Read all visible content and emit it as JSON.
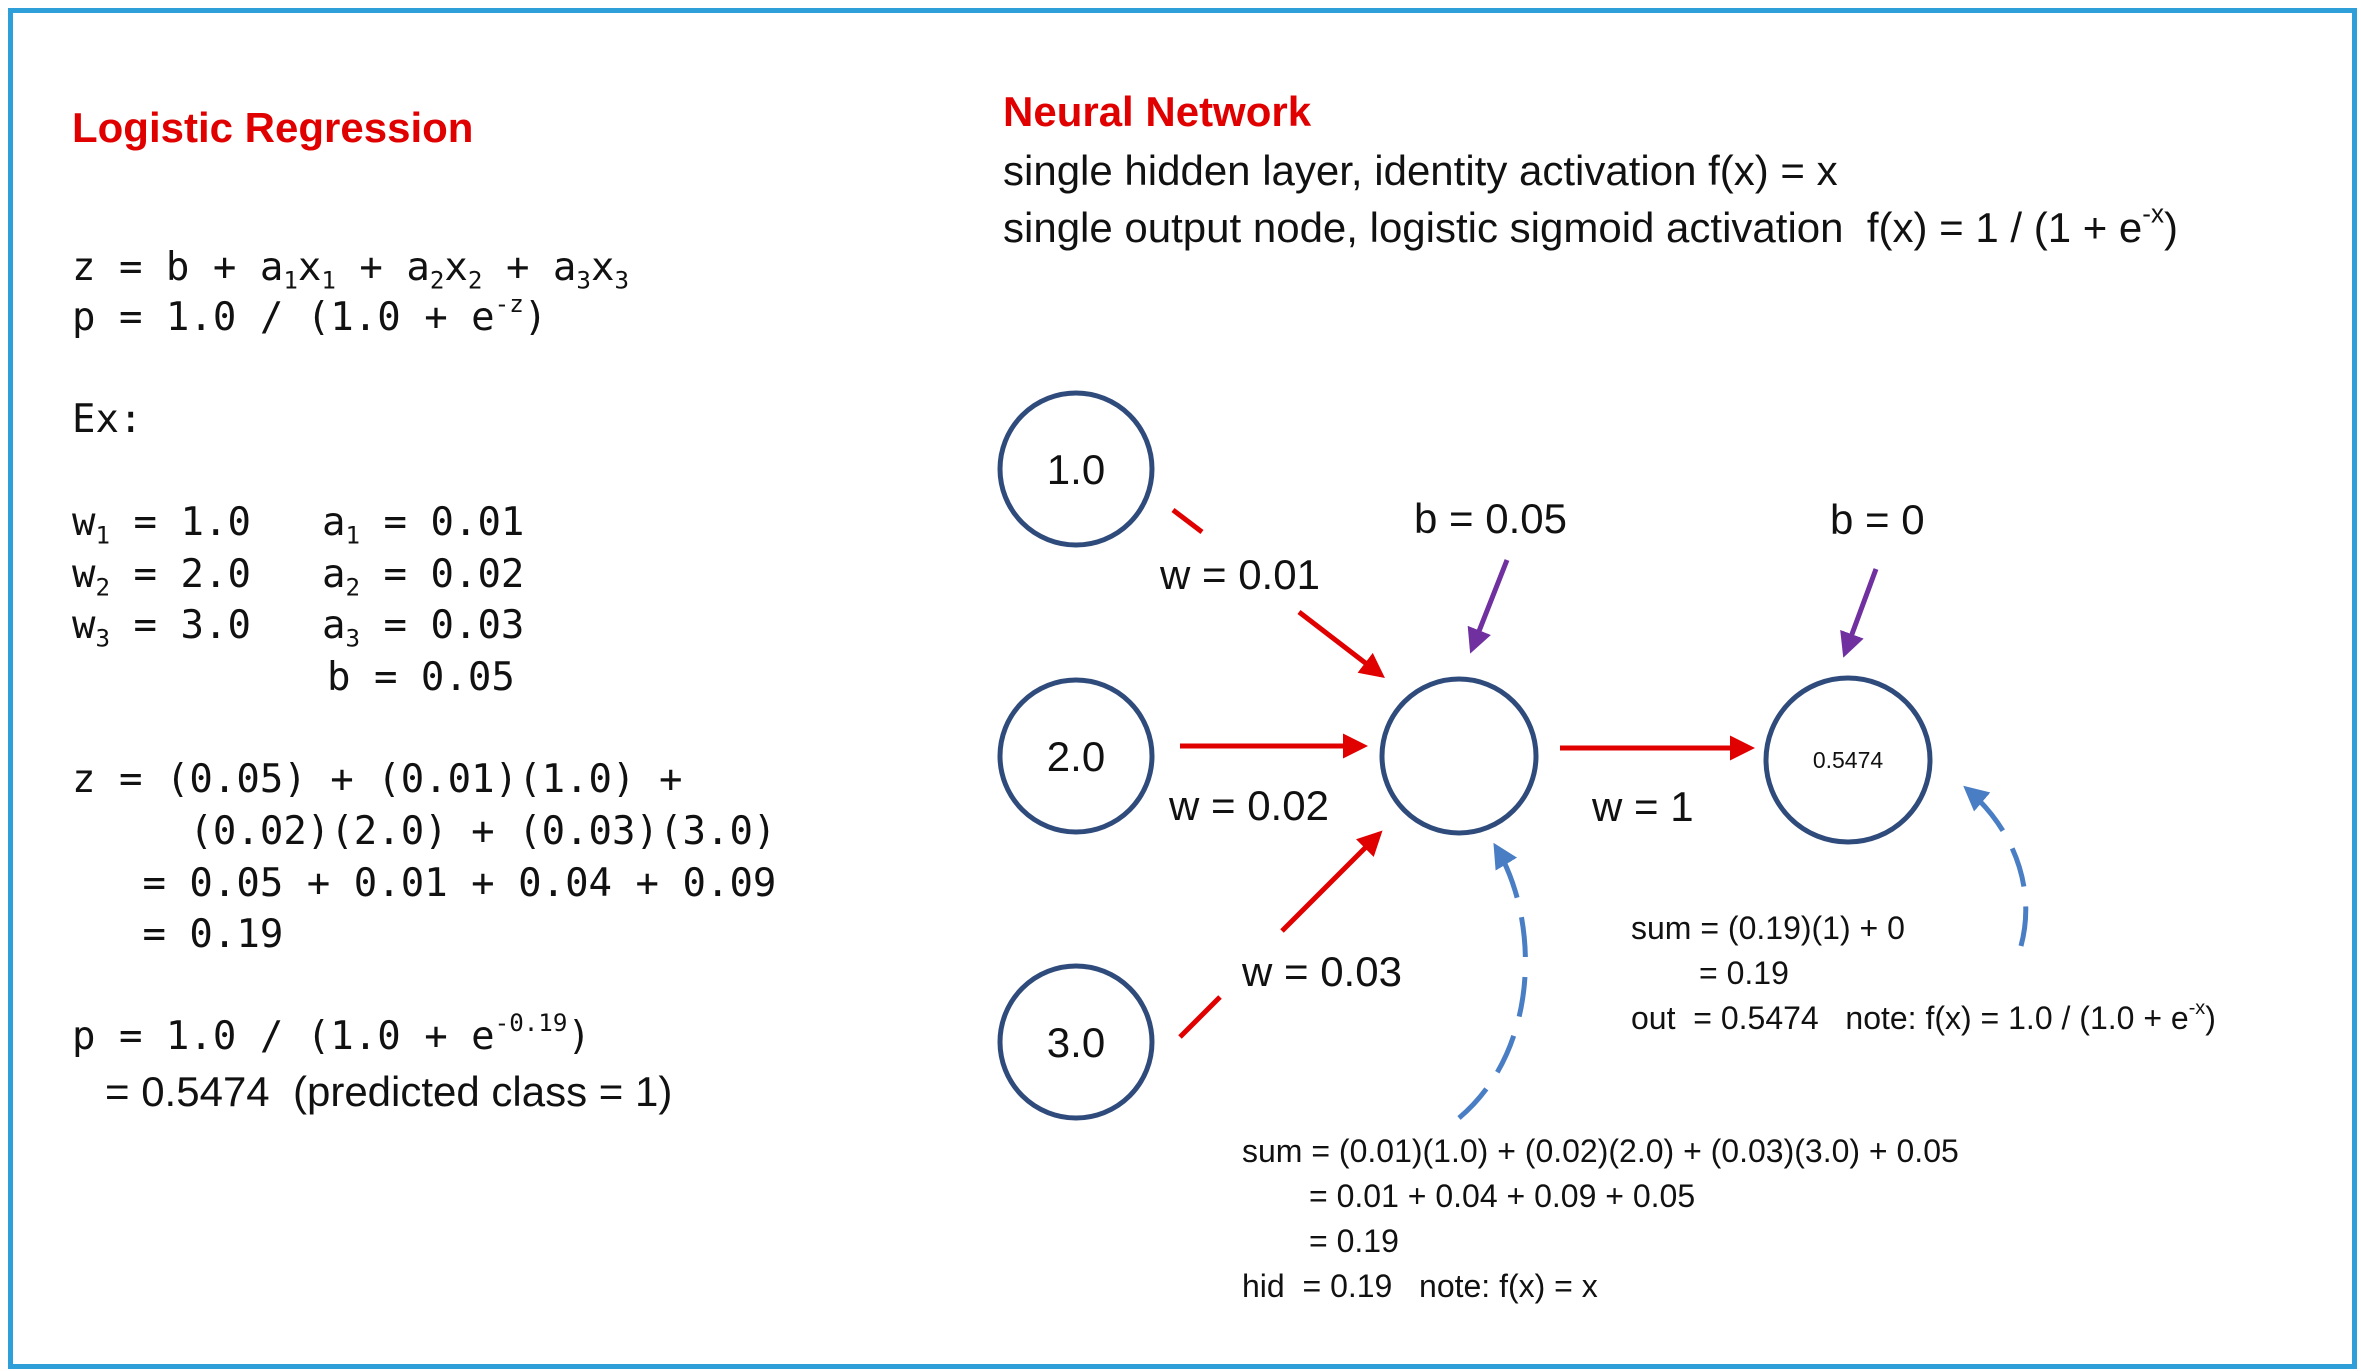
{
  "colors": {
    "frame": "#2e9fd8",
    "title": "#e00000",
    "weight_arrow": "#e00000",
    "bias_arrow": "#7030a0",
    "feedback_arrow": "#4a7ec4",
    "node_stroke": "#2f4b7c"
  },
  "logistic": {
    "title": "Logistic Regression",
    "formula_z": {
      "pre": "z = b + a",
      "s1": "1",
      "m1": "x",
      "s2": "1",
      "m2": " + a",
      "s3": "2",
      "m3": "x",
      "s4": "2",
      "m4": " + a",
      "s5": "3",
      "m5": "x",
      "s6": "3"
    },
    "formula_p": {
      "pre": "p = 1.0 / (1.0 + e",
      "sup": "-z",
      "post": ")"
    },
    "ex_label": "Ex:",
    "rows": [
      {
        "w": "w",
        "wi": "1",
        "wv": " = 1.0",
        "a": "a",
        "ai": "1",
        "av": " = 0.01"
      },
      {
        "w": "w",
        "wi": "2",
        "wv": " = 2.0",
        "a": "a",
        "ai": "2",
        "av": " = 0.02"
      },
      {
        "w": "w",
        "wi": "3",
        "wv": " = 3.0",
        "a": "a",
        "ai": "3",
        "av": " = 0.03"
      }
    ],
    "b_line": "b = 0.05",
    "calc": [
      "z = (0.05) + (0.01)(1.0) +",
      "     (0.02)(2.0) + (0.03)(3.0)",
      "   = 0.05 + 0.01 + 0.04 + 0.09",
      "   = 0.19"
    ],
    "p_calc": {
      "pre": "p = 1.0 / (1.0 + e",
      "sup": "-0.19",
      "post": ")"
    },
    "result": "= 0.5474  (predicted class = 1)"
  },
  "network": {
    "title": "Neural Network",
    "subtitle1": "single hidden layer, identity activation f(x) = x",
    "subtitle2_pre": "single output node, logistic sigmoid activation  f(x) = 1 / (1 + e",
    "subtitle2_sup": "-x",
    "subtitle2_post": ")",
    "inputs": [
      "1.0",
      "2.0",
      "3.0"
    ],
    "weights": [
      "w = 0.01",
      "w = 0.02",
      "w = 0.03"
    ],
    "hidden_bias": "b = 0.05",
    "output_bias": "b = 0",
    "output_weight": "w = 1",
    "output_value": "0.5474",
    "output_note": {
      "line1": "sum = (0.19)(1) + 0",
      "line2": "= 0.19",
      "line3_pre": "out  = 0.5474   note: f(x) = 1.0 / (1.0 + e",
      "line3_sup": "-x",
      "line3_post": ")"
    },
    "hidden_note": [
      "sum = (0.01)(1.0) + (0.02)(2.0) + (0.03)(3.0) + 0.05",
      "= 0.01 + 0.04 + 0.09 + 0.05",
      "= 0.19",
      "hid  = 0.19   note: f(x) = x"
    ]
  }
}
